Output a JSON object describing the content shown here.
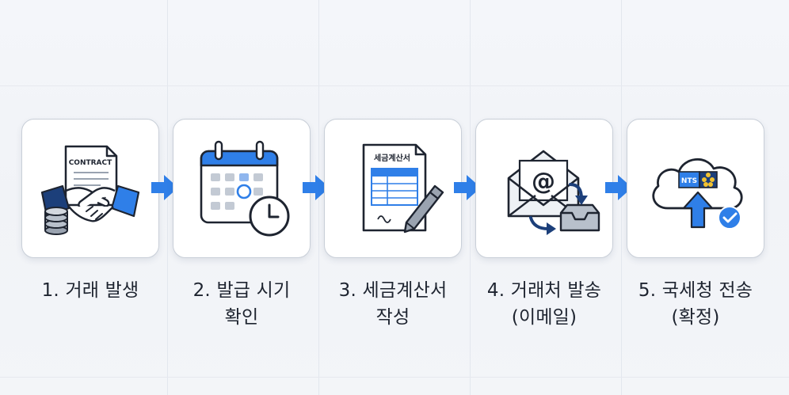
{
  "colors": {
    "accent": "#2f7fe8",
    "navy": "#1c3f7a",
    "ink": "#1e2430"
  },
  "steps": [
    {
      "line1": "1. 거래 발생",
      "line2": "",
      "icon": "handshake-contract-icon",
      "contract_text": "CONTRACT"
    },
    {
      "line1": "2. 발급 시기",
      "line2": "확인",
      "icon": "calendar-clock-icon"
    },
    {
      "line1": "3. 세금계산서",
      "line2": "작성",
      "icon": "tax-invoice-pen-icon",
      "doc_title": "세금계산서"
    },
    {
      "line1": "4. 거래처 발송",
      "line2": "(이메일)",
      "icon": "email-inbox-icon",
      "email_symbol": "@"
    },
    {
      "line1": "5. 국세청 전송",
      "line2": "(확정)",
      "icon": "cloud-upload-check-icon",
      "nts_text": "NTS"
    }
  ]
}
